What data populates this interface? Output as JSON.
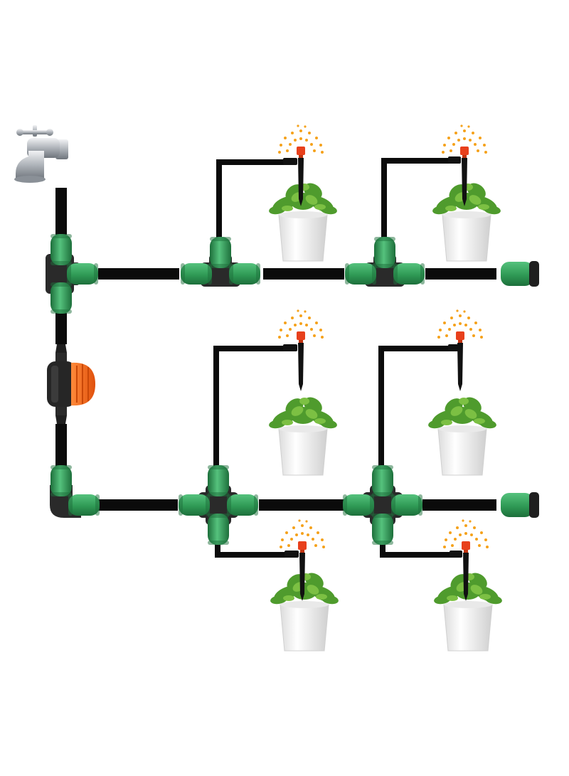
{
  "diagram": {
    "colors": {
      "background": "#ffffff",
      "tube": "#0b0b0b",
      "fitting_green": "#2f9a55",
      "fitting_green_light": "#55c27d",
      "fitting_green_dark": "#1d6f3b",
      "fitting_body": "#2a2a2a",
      "valve_knob": "#ff6a1a",
      "dripper_cap": "#e8401c",
      "spray_dots": "#f5a21c",
      "plant_leaf": "#4f9b2d",
      "plant_leaf_light": "#7cc043",
      "pot": "#f4f4f4",
      "faucet": "#b8bcc2"
    },
    "components": {
      "faucet": {
        "icon": "faucet-icon"
      },
      "shutoff_valve": {
        "icon": "valve-icon"
      },
      "tee_connector": {
        "icon": "tee-connector-icon",
        "count": 3
      },
      "cross_connector": {
        "icon": "cross-connector-icon",
        "count": 2
      },
      "elbow_connector": {
        "icon": "elbow-connector-icon",
        "count": 1
      },
      "end_plug": {
        "icon": "end-plug-icon",
        "count": 2
      },
      "dripper": {
        "icon": "dripper-icon",
        "count": 6
      },
      "potted_plant": {
        "icon": "potted-plant-icon",
        "count": 6
      }
    }
  }
}
